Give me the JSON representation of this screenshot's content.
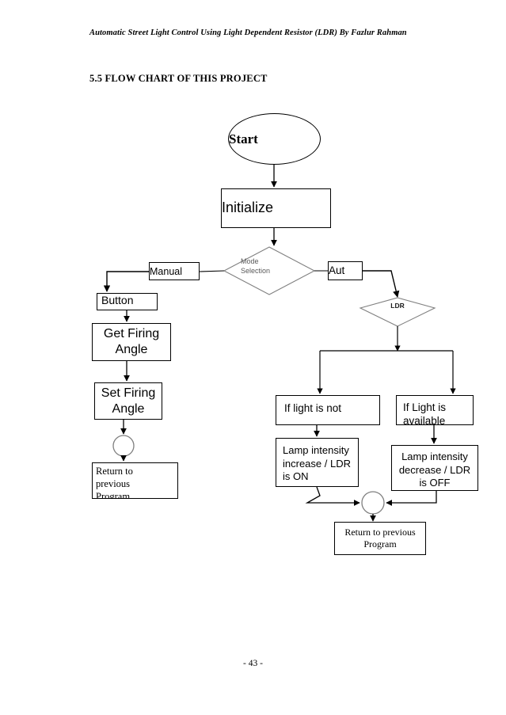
{
  "document": {
    "header": "Automatic Street Light Control Using Light Dependent Resistor (LDR) By Fazlur Rahman",
    "section_heading": "5.5 FLOW CHART OF THIS PROJECT",
    "footer": "- 43 -"
  },
  "flowchart": {
    "nodes": {
      "start": "Start",
      "initialize": "Initialize",
      "mode_selection": "Mode\nSelection",
      "manual": "Manual",
      "auto": "Aut",
      "ldr": "LDR",
      "button": "Button",
      "get_firing_angle": "Get Firing\nAngle",
      "set_firing_angle": "Set Firing\nAngle",
      "return_left": "Return to\nprevious\nProgram",
      "if_light_not": "If light is not",
      "if_light_available": "If Light is\navailable",
      "lamp_increase": "Lamp intensity\nincrease / LDR\nis ON",
      "lamp_decrease": "Lamp intensity\ndecrease / LDR\nis OFF",
      "return_bottom": "Return to previous\nProgram"
    },
    "colors": {
      "line": "#000000",
      "diamond_stroke": "#808080",
      "connector_stroke": "#7f7f7f",
      "diamond_text": "#595959",
      "background": "#ffffff"
    }
  }
}
